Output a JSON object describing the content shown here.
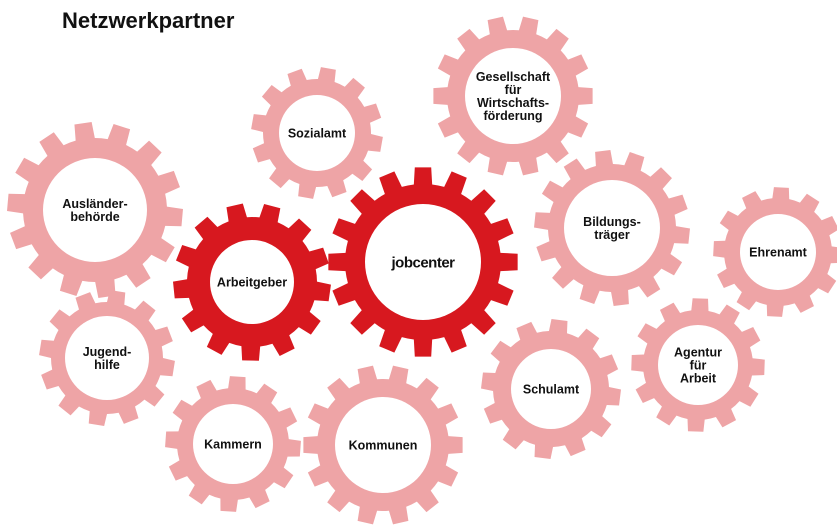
{
  "title": "Netzwerkpartner",
  "colors": {
    "partner_gear": "#eea4a6",
    "core_gear": "#d7181f",
    "hub": "#ffffff",
    "text": "#111111"
  },
  "gears": [
    {
      "id": "gesellschaft",
      "kind": "partner",
      "lines": [
        "Gesellschaft",
        "für",
        "Wirtschafts-",
        "förderung"
      ]
    },
    {
      "id": "sozialamt",
      "kind": "partner",
      "lines": [
        "Sozialamt"
      ]
    },
    {
      "id": "auslaenderbehoerde",
      "kind": "partner",
      "lines": [
        "Ausländer-",
        "behörde"
      ]
    },
    {
      "id": "arbeitgeber",
      "kind": "core",
      "lines": [
        "Arbeitgeber"
      ]
    },
    {
      "id": "jobcenter",
      "kind": "core",
      "lines": [
        "jobcenter"
      ]
    },
    {
      "id": "bildungstraeger",
      "kind": "partner",
      "lines": [
        "Bildungs-",
        "träger"
      ]
    },
    {
      "id": "ehrenamt",
      "kind": "partner",
      "lines": [
        "Ehrenamt"
      ]
    },
    {
      "id": "jugendhilfe",
      "kind": "partner",
      "lines": [
        "Jugend-",
        "hilfe"
      ]
    },
    {
      "id": "kammern",
      "kind": "partner",
      "lines": [
        "Kammern"
      ]
    },
    {
      "id": "kommunen",
      "kind": "partner",
      "lines": [
        "Kommunen"
      ]
    },
    {
      "id": "schulamt",
      "kind": "partner",
      "lines": [
        "Schulamt"
      ]
    },
    {
      "id": "agentur",
      "kind": "partner",
      "lines": [
        "Agentur",
        "für",
        "Arbeit"
      ]
    }
  ]
}
